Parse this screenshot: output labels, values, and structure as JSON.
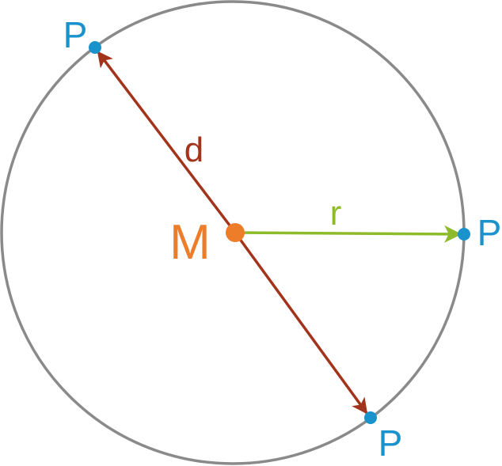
{
  "labels": {
    "center": "M",
    "diameter": "d",
    "radius": "r",
    "point_top_left": "P",
    "point_right": "P",
    "point_bottom": "P"
  },
  "colors": {
    "circle": "#8a8a8a",
    "center": "#ee7d2a",
    "diameter": "#a3341c",
    "radius": "#8dbb2a",
    "point": "#1a92cc"
  }
}
